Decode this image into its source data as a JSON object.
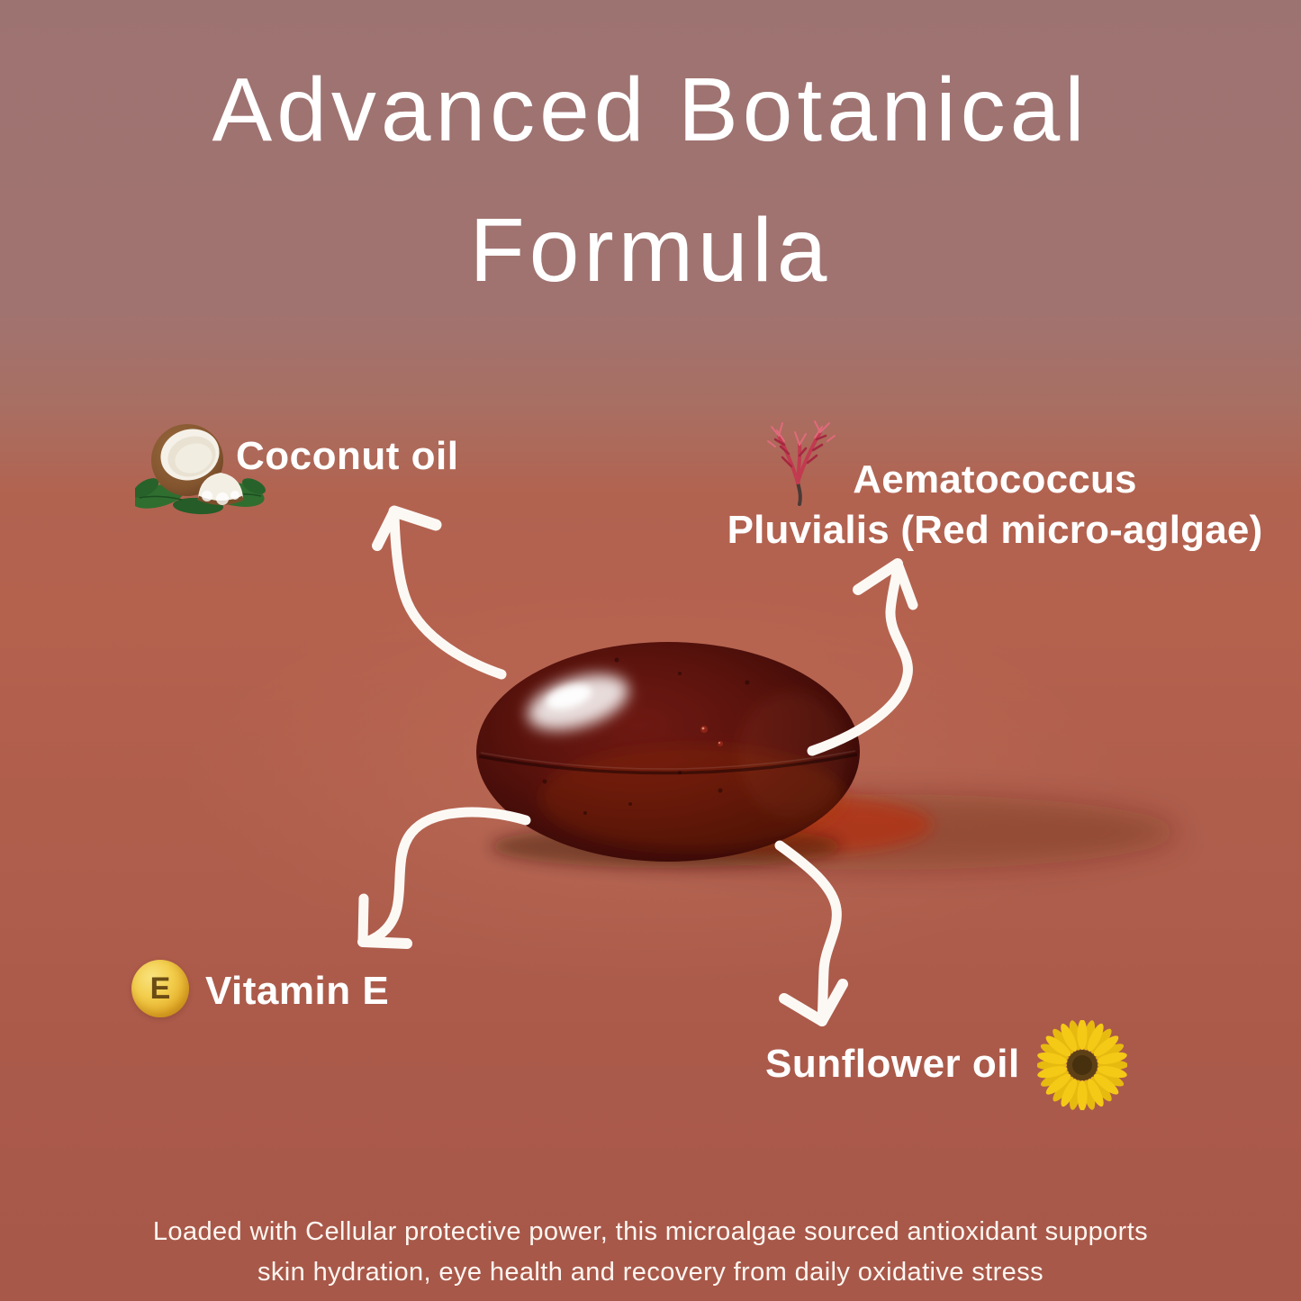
{
  "title": {
    "line1": "Advanced Botanical",
    "line2": "Formula"
  },
  "callouts": {
    "coconut": {
      "label": "Coconut oil",
      "icon": "coconut-icon"
    },
    "algae": {
      "line1": "Aematococcus",
      "line2": "Pluvialis (Red micro-aglgae)",
      "icon": "red-algae-icon"
    },
    "vitamin_e": {
      "label": "Vitamin E",
      "badge_letter": "E",
      "icon": "vitamin-e-badge-icon"
    },
    "sunflower": {
      "label": "Sunflower oil",
      "icon": "sunflower-icon"
    }
  },
  "center_image": {
    "subject": "dark red oval softgel capsule on terracotta surface"
  },
  "footer": {
    "line1": "Loaded with Cellular protective power, this microalgae sourced antioxidant supports",
    "line2": "skin hydration, eye health and recovery from daily oxidative stress"
  },
  "colors": {
    "background_top": "#9d7371",
    "background_bottom": "#a75849",
    "surface_terracotta": "#b2604e",
    "capsule_dark_red": "#4a0d0a",
    "arrow_white": "#fcf9f5",
    "text_white": "#ffffff",
    "vitamin_e_gold": "#e9b832",
    "sunflower_yellow": "#f2c713",
    "algae_red": "#c23a50",
    "leaf_green": "#2f6e2f"
  }
}
